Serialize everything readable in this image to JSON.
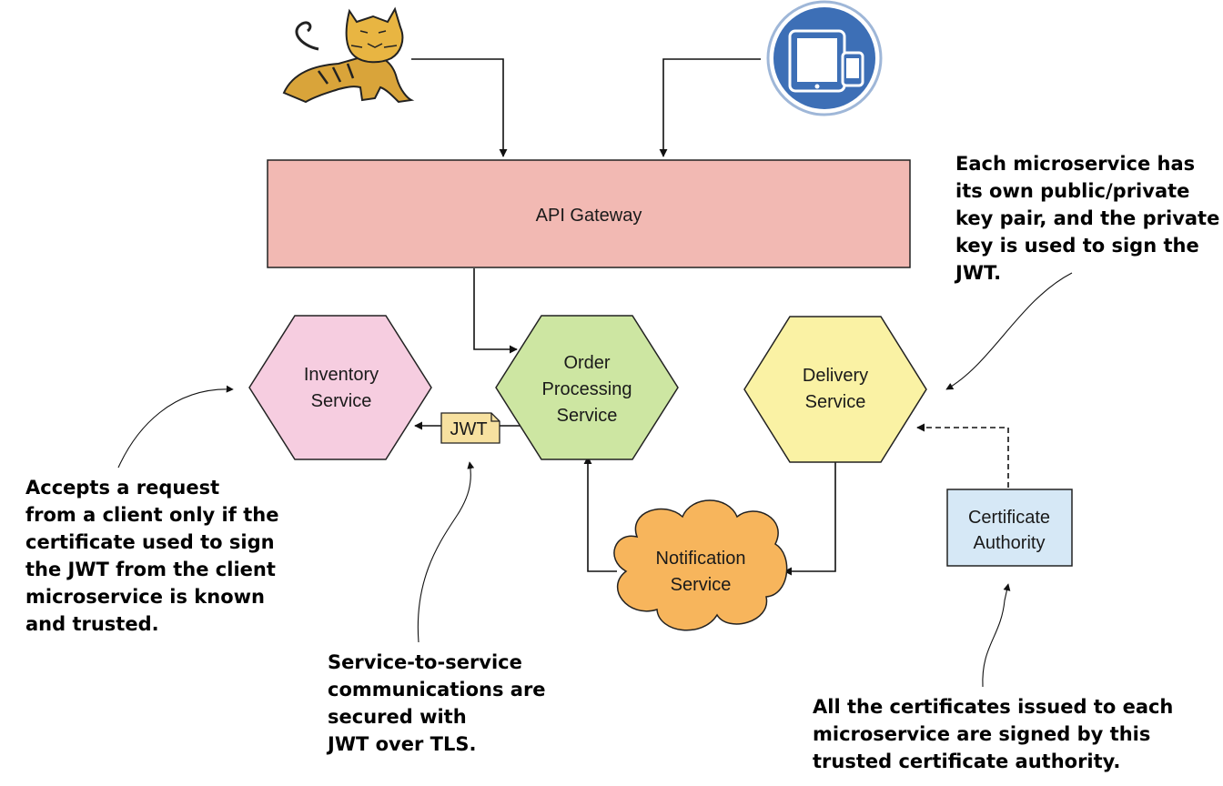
{
  "nodes": {
    "api_gateway": {
      "label": "API Gateway",
      "color": "#f2b9b3"
    },
    "inventory": {
      "lines": [
        "Inventory",
        "Service"
      ],
      "color": "#f6cde0"
    },
    "order": {
      "lines": [
        "Order",
        "Processing",
        "Service"
      ],
      "color": "#cde6a2"
    },
    "delivery": {
      "lines": [
        "Delivery",
        "Service"
      ],
      "color": "#faf2a4"
    },
    "notification": {
      "lines": [
        "Notification",
        "Service"
      ],
      "color": "#f7b55c"
    },
    "certificate_authority": {
      "lines": [
        "Certificate",
        "Authority"
      ],
      "color": "#d6e8f6"
    },
    "jwt_token": {
      "label": "JWT",
      "color": "#f7e1a0"
    }
  },
  "icons": {
    "tomcat": "tomcat-cat-icon",
    "devices": "tablet-phone-icon",
    "devices_color": "#3d6fb6"
  },
  "notes": {
    "keypair": [
      "Each microservice has",
      "its own public/private",
      "key pair, and the private",
      "key is used to sign the",
      "JWT."
    ],
    "accepts": [
      "Accepts a request",
      "from a client only if the",
      "certificate used to sign",
      "the JWT from the client",
      "microservice is known",
      "and trusted."
    ],
    "s2s": [
      "Service-to-service",
      "communications are",
      "secured with",
      "JWT over TLS."
    ],
    "certs": [
      "All the certificates issued to each",
      "microservice are signed by this",
      "trusted certificate authority."
    ]
  }
}
